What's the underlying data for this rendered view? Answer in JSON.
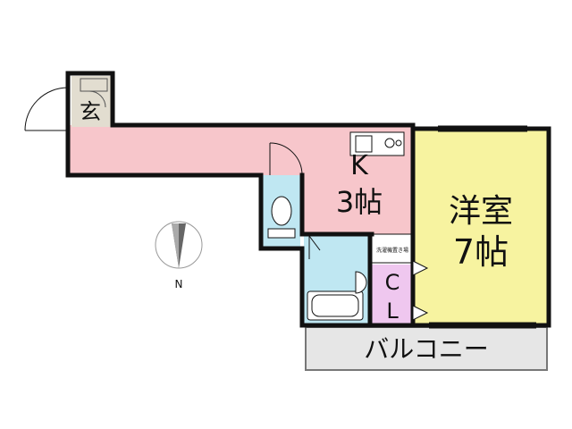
{
  "rooms": {
    "entrance_label": "玄",
    "kitchen_label_line1": "K",
    "kitchen_label_line2": "3帖",
    "western_room_label_line1": "洋室",
    "western_room_label_line2": "7帖",
    "closet_label_line1": "C",
    "closet_label_line2": "L",
    "washer_space_label": "洗濯機置き場",
    "balcony_label": "バルコニー"
  },
  "compass": {
    "north_label": "N"
  },
  "colors": {
    "wall": "#111111",
    "kitchen_fill": "#f7c6cb",
    "western_room_fill": "#f7f3a0",
    "bathroom_fill": "#bfe7f2",
    "closet_fill": "#efc7ef",
    "entrance_fill": "#e2ddd0",
    "balcony_fill": "#e6e6e6"
  }
}
